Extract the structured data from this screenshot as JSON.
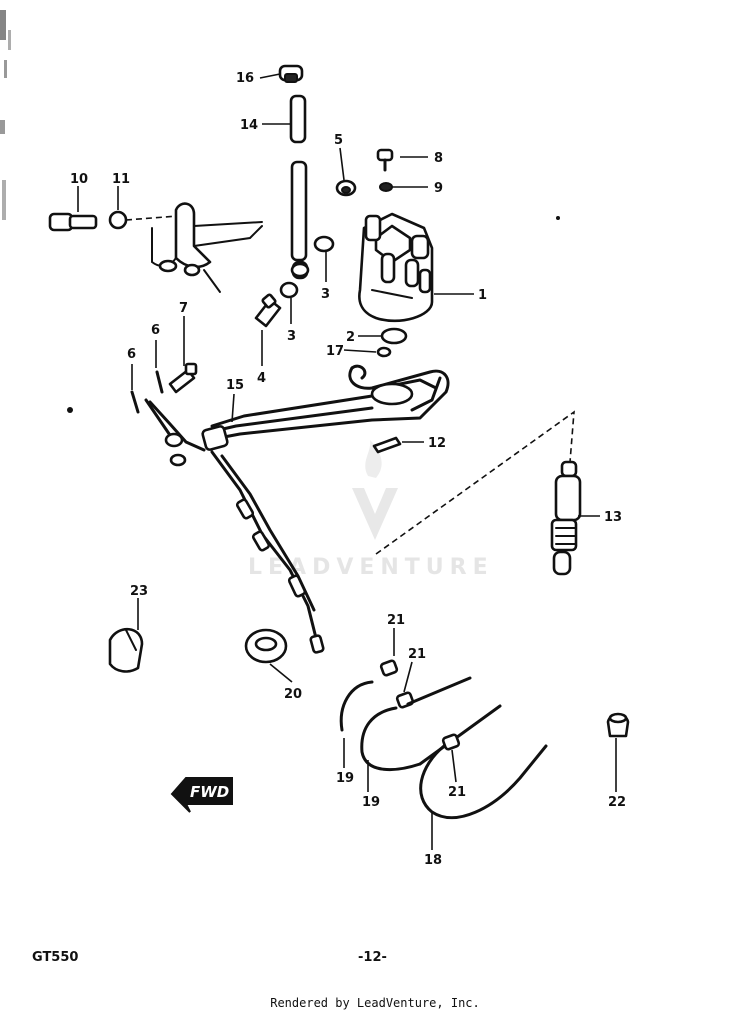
{
  "callouts": [
    "1",
    "2",
    "3",
    "3",
    "4",
    "5",
    "6",
    "6",
    "7",
    "8",
    "9",
    "10",
    "11",
    "12",
    "13",
    "14",
    "15",
    "16",
    "17",
    "18",
    "19",
    "19",
    "20",
    "21",
    "21",
    "21",
    "22",
    "23"
  ],
  "direction_badge": "FWD",
  "watermark": "LEADVENTURE",
  "footer": {
    "model": "GT550",
    "page": "-12-",
    "credit": "Rendered by LeadVenture, Inc."
  },
  "colors": {
    "ink": "#111111",
    "paper": "#ffffff",
    "watermark": "#e3e3e3"
  }
}
